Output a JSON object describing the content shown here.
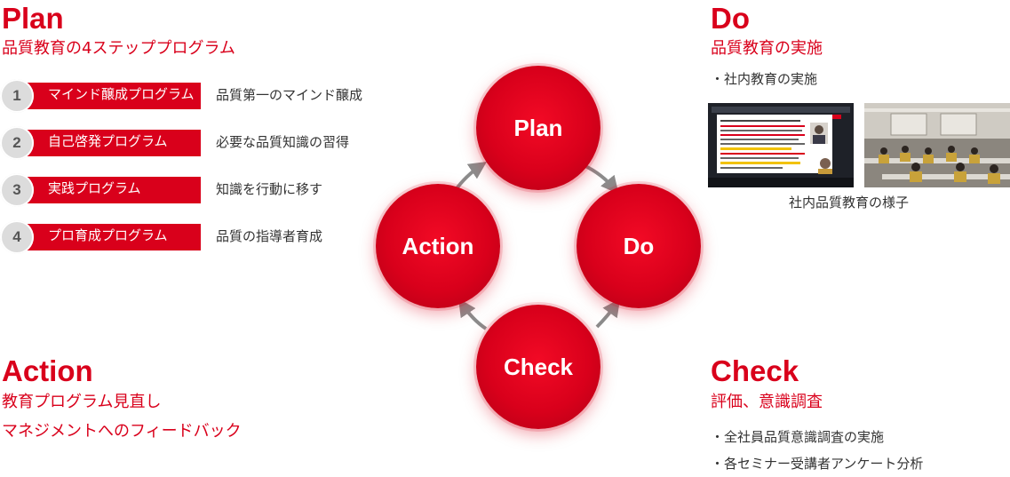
{
  "plan": {
    "title": "Plan",
    "subtitle": "品質教育の4ステッププログラム",
    "steps": [
      {
        "num": "1",
        "label": "マインド醸成プログラム",
        "desc": "品質第一のマインド醸成"
      },
      {
        "num": "2",
        "label": "自己啓発プログラム",
        "desc": "必要な品質知識の習得"
      },
      {
        "num": "3",
        "label": "実践プログラム",
        "desc": "知識を行動に移す"
      },
      {
        "num": "4",
        "label": "プロ育成プログラム",
        "desc": "品質の指導者育成"
      }
    ]
  },
  "do": {
    "title": "Do",
    "subtitle": "品質教育の実施",
    "bullet": "・社内教育の実施",
    "caption": "社内品質教育の様子"
  },
  "action": {
    "title": "Action",
    "lines": [
      "教育プログラム見直し",
      "マネジメントへのフィードバック"
    ]
  },
  "check": {
    "title": "Check",
    "subtitle": "評価、意識調査",
    "bullets": [
      "・全社員品質意識調査の実施",
      "・各セミナー受講者アンケート分析"
    ]
  },
  "cycle": {
    "nodes": [
      "Plan",
      "Do",
      "Check",
      "Action"
    ],
    "colors": {
      "accent": "#d9001b",
      "arrow": "#8c8c8c"
    }
  }
}
